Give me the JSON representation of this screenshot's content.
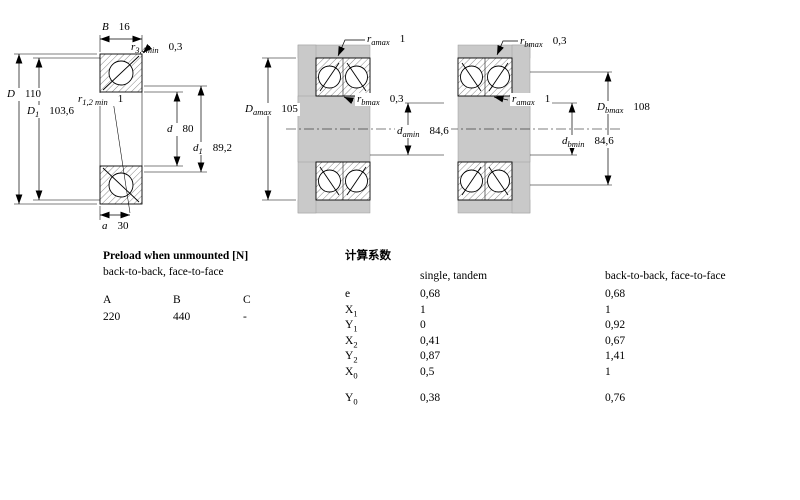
{
  "drawing": {
    "left": {
      "B": {
        "main": "B",
        "sub": "",
        "value": "16"
      },
      "r34": {
        "main": "r",
        "sub": "3,4min",
        "value": "0,3"
      },
      "D": {
        "main": "D",
        "sub": "",
        "value": "110"
      },
      "D1": {
        "main": "D",
        "sub": "1",
        "value": "103,6"
      },
      "r12": {
        "main": "r",
        "sub": "1,2 min",
        "value": "1"
      },
      "d": {
        "main": "d",
        "sub": "",
        "value": "80"
      },
      "d1": {
        "main": "d",
        "sub": "1",
        "value": "89,2"
      },
      "a": {
        "main": "a",
        "sub": "",
        "value": "30"
      }
    },
    "middle": {
      "ramax": {
        "main": "r",
        "sub": "amax",
        "value": "1"
      },
      "Damax": {
        "main": "D",
        "sub": "amax",
        "value": "105"
      },
      "rbmax": {
        "main": "r",
        "sub": "bmax",
        "value": "0,3"
      },
      "damin": {
        "main": "d",
        "sub": "amin",
        "value": "84,6"
      }
    },
    "right": {
      "rbmax": {
        "main": "r",
        "sub": "bmax",
        "value": "0,3"
      },
      "ramax": {
        "main": "r",
        "sub": "amax",
        "value": "1"
      },
      "Dbmax": {
        "main": "D",
        "sub": "bmax",
        "value": "108"
      },
      "dbmin": {
        "main": "d",
        "sub": "bmin",
        "value": "84,6"
      }
    }
  },
  "preload": {
    "title": "Preload when unmounted [N]",
    "subtitle": "back-to-back, face-to-face",
    "headers": [
      "A",
      "B",
      "C"
    ],
    "values": [
      "220",
      "440",
      "-"
    ]
  },
  "factors": {
    "title": "计算系数",
    "col1_header": "single, tandem",
    "col2_header": "back-to-back, face-to-face",
    "rows": [
      {
        "sym": "e",
        "sub": "",
        "v1": "0,68",
        "v2": "0,68"
      },
      {
        "sym": "X",
        "sub": "1",
        "v1": "1",
        "v2": "1"
      },
      {
        "sym": "Y",
        "sub": "1",
        "v1": "0",
        "v2": "0,92"
      },
      {
        "sym": "X",
        "sub": "2",
        "v1": "0,41",
        "v2": "0,67"
      },
      {
        "sym": "Y",
        "sub": "2",
        "v1": "0,87",
        "v2": "1,41"
      },
      {
        "sym": "X",
        "sub": "0",
        "v1": "0,5",
        "v2": "1"
      },
      {
        "sym": "Y",
        "sub": "0",
        "v1": "0,38",
        "v2": "0,76"
      }
    ]
  }
}
